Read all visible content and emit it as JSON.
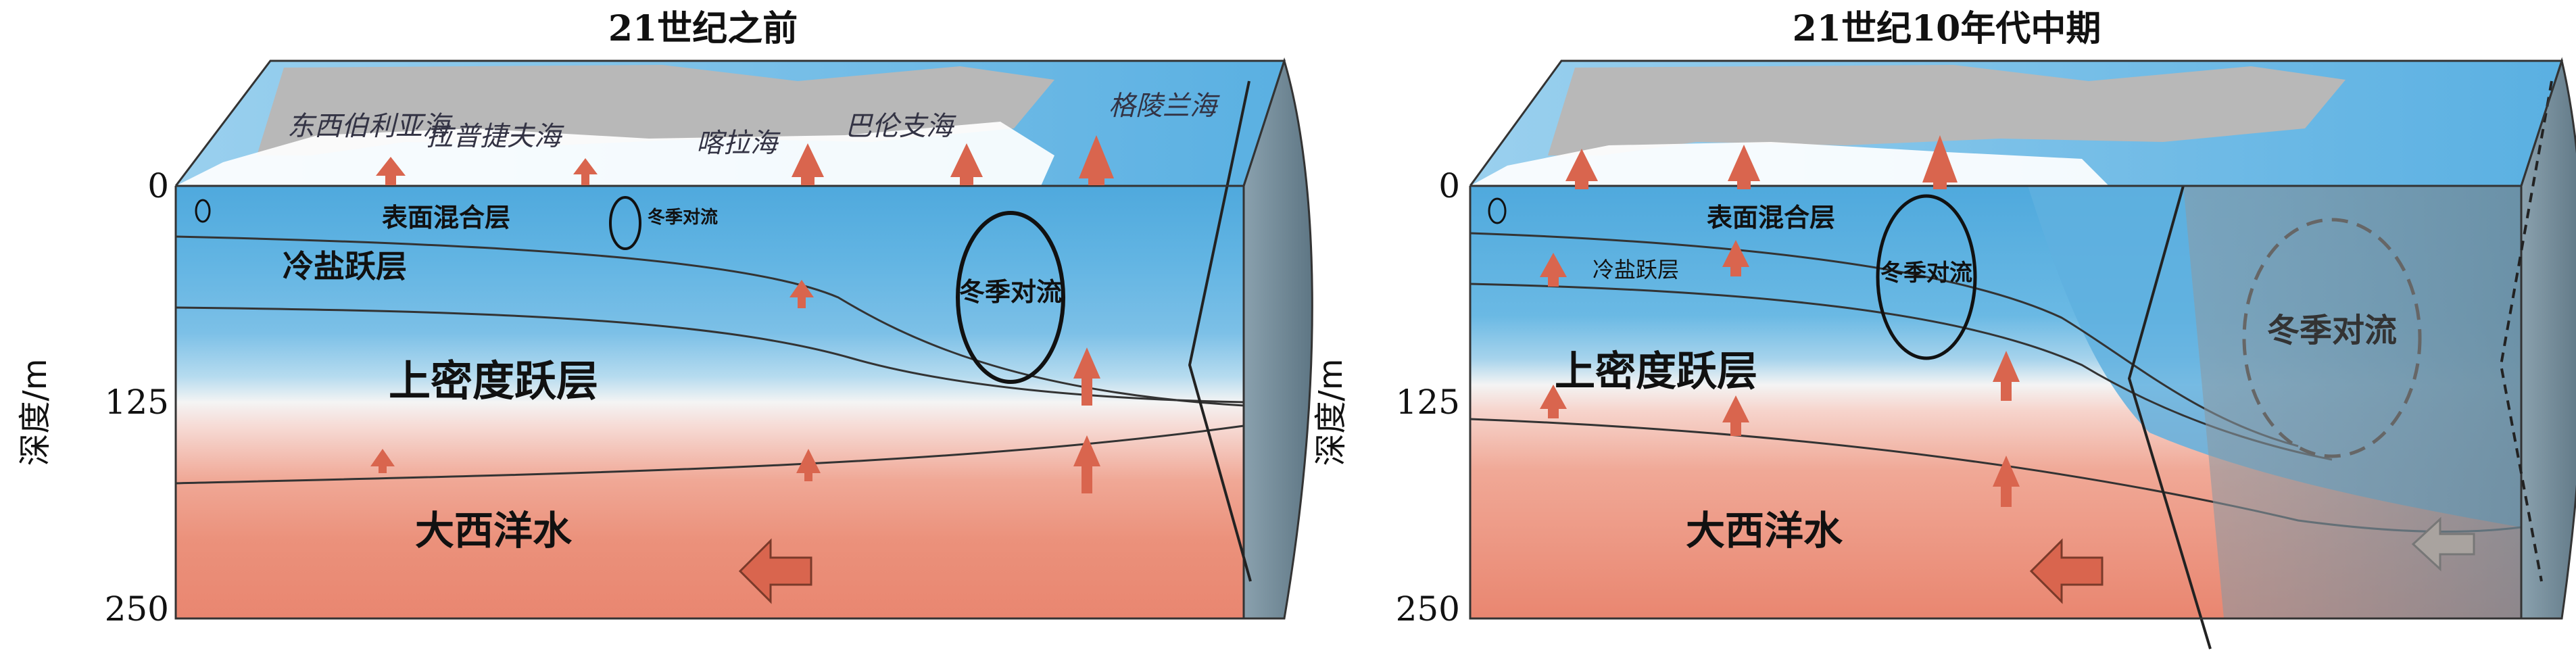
{
  "panels": [
    {
      "title": "21世纪之前",
      "y_axis_label": "深度/m",
      "y_ticks": [
        "0",
        "125",
        "250"
      ],
      "seas": [
        "东西伯利亚海",
        "拉普捷夫海",
        "喀拉海",
        "巴伦支海",
        "格陵兰海"
      ],
      "layers": {
        "mixed": "表面混合层",
        "halocline": "冷盐跃层",
        "pycnocline": "上密度跃层",
        "atlantic": "大西洋水"
      },
      "convection_small": "冬季对流",
      "convection_large": "冬季对流"
    },
    {
      "title": "21世纪10年代中期",
      "y_axis_label": "深度/m",
      "y_ticks": [
        "0",
        "125",
        "250"
      ],
      "layers": {
        "mixed": "表面混合层",
        "halocline": "冷盐跃层",
        "pycnocline": "上密度跃层",
        "atlantic": "大西洋水"
      },
      "convection_small": "冬季对流",
      "convection_large": "冬季对流"
    }
  ],
  "colors": {
    "surface_blue": "#5fb3e0",
    "light_blue": "#bfe0f1",
    "pycnocline_white": "#f6f2f1",
    "atlantic_red": "#ec8c76",
    "heat_arrow": "#d9654e",
    "side_gray": "#6f8795"
  },
  "icons": [
    "heat-flux-arrow",
    "inflow-arrow",
    "convection-cell"
  ]
}
